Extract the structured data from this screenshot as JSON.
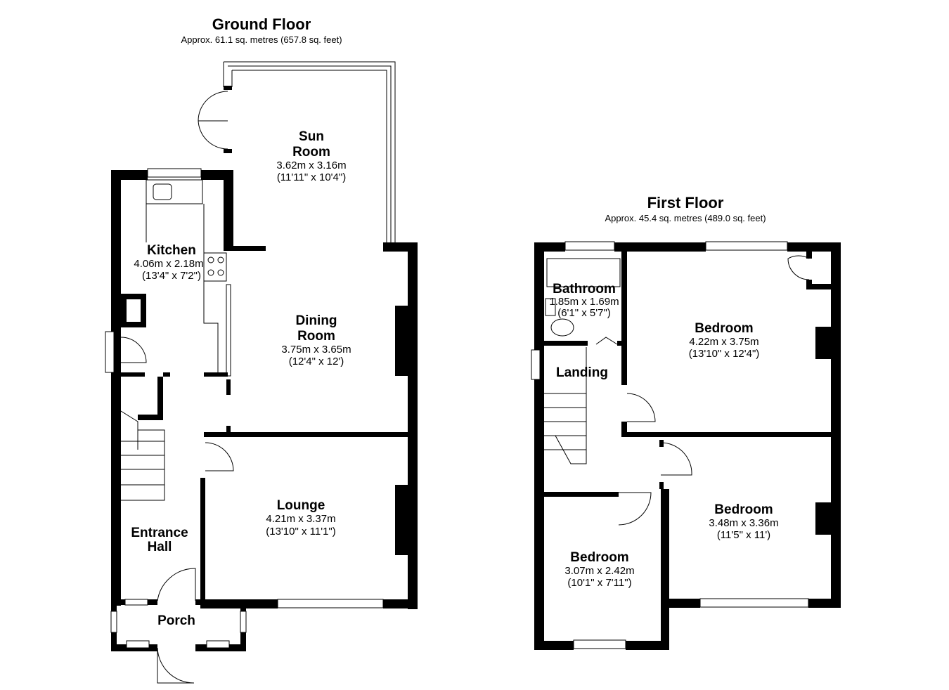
{
  "ground_floor": {
    "title": "Ground Floor",
    "area": "Approx. 61.1 sq. metres (657.8 sq. feet)",
    "rooms": {
      "sun_room": {
        "name_1": "Sun",
        "name_2": "Room",
        "metric": "3.62m x 3.16m",
        "imperial": "(11'11\" x 10'4\")"
      },
      "kitchen": {
        "name": "Kitchen",
        "metric": "4.06m x 2.18m",
        "imperial": "(13'4\" x 7'2\")"
      },
      "dining_room": {
        "name_1": "Dining",
        "name_2": "Room",
        "metric": "3.75m x 3.65m",
        "imperial": "(12'4\" x 12')"
      },
      "lounge": {
        "name": "Lounge",
        "metric": "4.21m x 3.37m",
        "imperial": "(13'10\" x 11'1\")"
      },
      "entrance_hall": {
        "name_1": "Entrance",
        "name_2": "Hall"
      },
      "porch": {
        "name": "Porch"
      }
    }
  },
  "first_floor": {
    "title": "First Floor",
    "area": "Approx. 45.4 sq. metres (489.0 sq. feet)",
    "rooms": {
      "bathroom": {
        "name": "Bathroom",
        "metric": "1.85m x 1.69m",
        "imperial": "(6'1\" x 5'7\")"
      },
      "landing": {
        "name": "Landing"
      },
      "bedroom_1": {
        "name": "Bedroom",
        "metric": "4.22m x 3.75m",
        "imperial": "(13'10\" x 12'4\")"
      },
      "bedroom_2": {
        "name": "Bedroom",
        "metric": "3.48m x 3.36m",
        "imperial": "(11'5\" x 11')"
      },
      "bedroom_3": {
        "name": "Bedroom",
        "metric": "3.07m x 2.42m",
        "imperial": "(10'1\" x 7'11\")"
      }
    }
  }
}
